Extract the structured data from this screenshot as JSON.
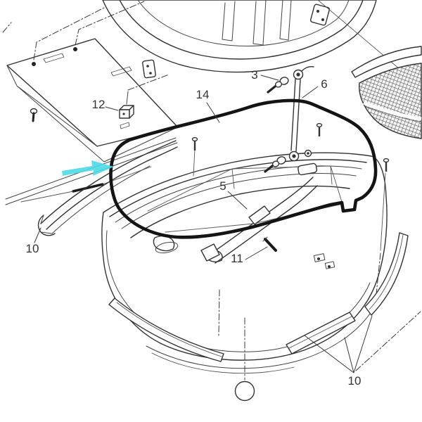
{
  "diagram": {
    "kind": "exploded-parts-diagram",
    "background_color": "#ffffff",
    "line_color": "#333333",
    "seal_color": "#141414",
    "arrow": {
      "color": "#4ed9e6",
      "direction": "right"
    },
    "callouts": [
      {
        "part": "3",
        "text": "3"
      },
      {
        "part": "6",
        "text": "6"
      },
      {
        "part": "12",
        "text": "12"
      },
      {
        "part": "14",
        "text": "14"
      },
      {
        "part": "5",
        "text": "5"
      },
      {
        "part": "11",
        "text": "11"
      },
      {
        "part": "10",
        "text": "10"
      },
      {
        "part": "10",
        "text": "10"
      }
    ]
  }
}
